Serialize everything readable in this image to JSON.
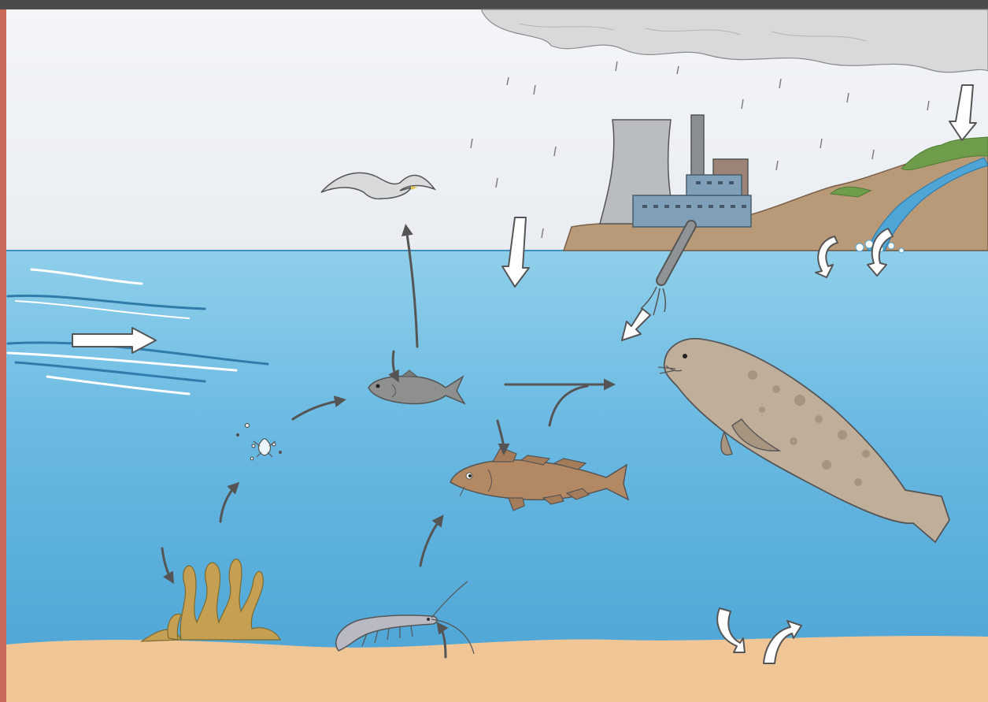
{
  "title": "",
  "colors": {
    "top_bar": "#4b4b4b",
    "left_border": "#c9695a",
    "sky": "#eef1f5",
    "sea_light": "#8fcfea",
    "sea_dark": "#4fa6d6",
    "sea_line": "#3f8fc2",
    "seafloor": "#f1c696",
    "land": "#b99a78",
    "vegetation": "#6e9c4a",
    "cloud": "#d9d9db",
    "factory_gray": "#9aa0a4",
    "factory_blue": "#7fa0b8",
    "pipe": "#8f9396",
    "river": "#4fa6d6",
    "seaweed": "#c6a052",
    "cod": "#a57c5a",
    "small_fish": "#8e8f8f",
    "seal": "#bfae9a",
    "shrimp": "#b9b9c4",
    "gull": "#d8dadc",
    "pathway_arrow": "#555555",
    "input_arrow_fill": "#ffffff",
    "input_arrow_stroke": "#555555"
  },
  "elements": {
    "cloud": "rain-cloud",
    "factory": "power-plant",
    "outfall": "discharge-pipe",
    "river": "river-outflow",
    "hill": "coastal-hill",
    "gull": "seagull",
    "small_fish": "small-fish",
    "cod": "cod-fish",
    "seal": "seal",
    "shrimp": "shrimp",
    "seaweed": "seaweed",
    "plankton": "plankton",
    "currents": "ocean-currents"
  }
}
